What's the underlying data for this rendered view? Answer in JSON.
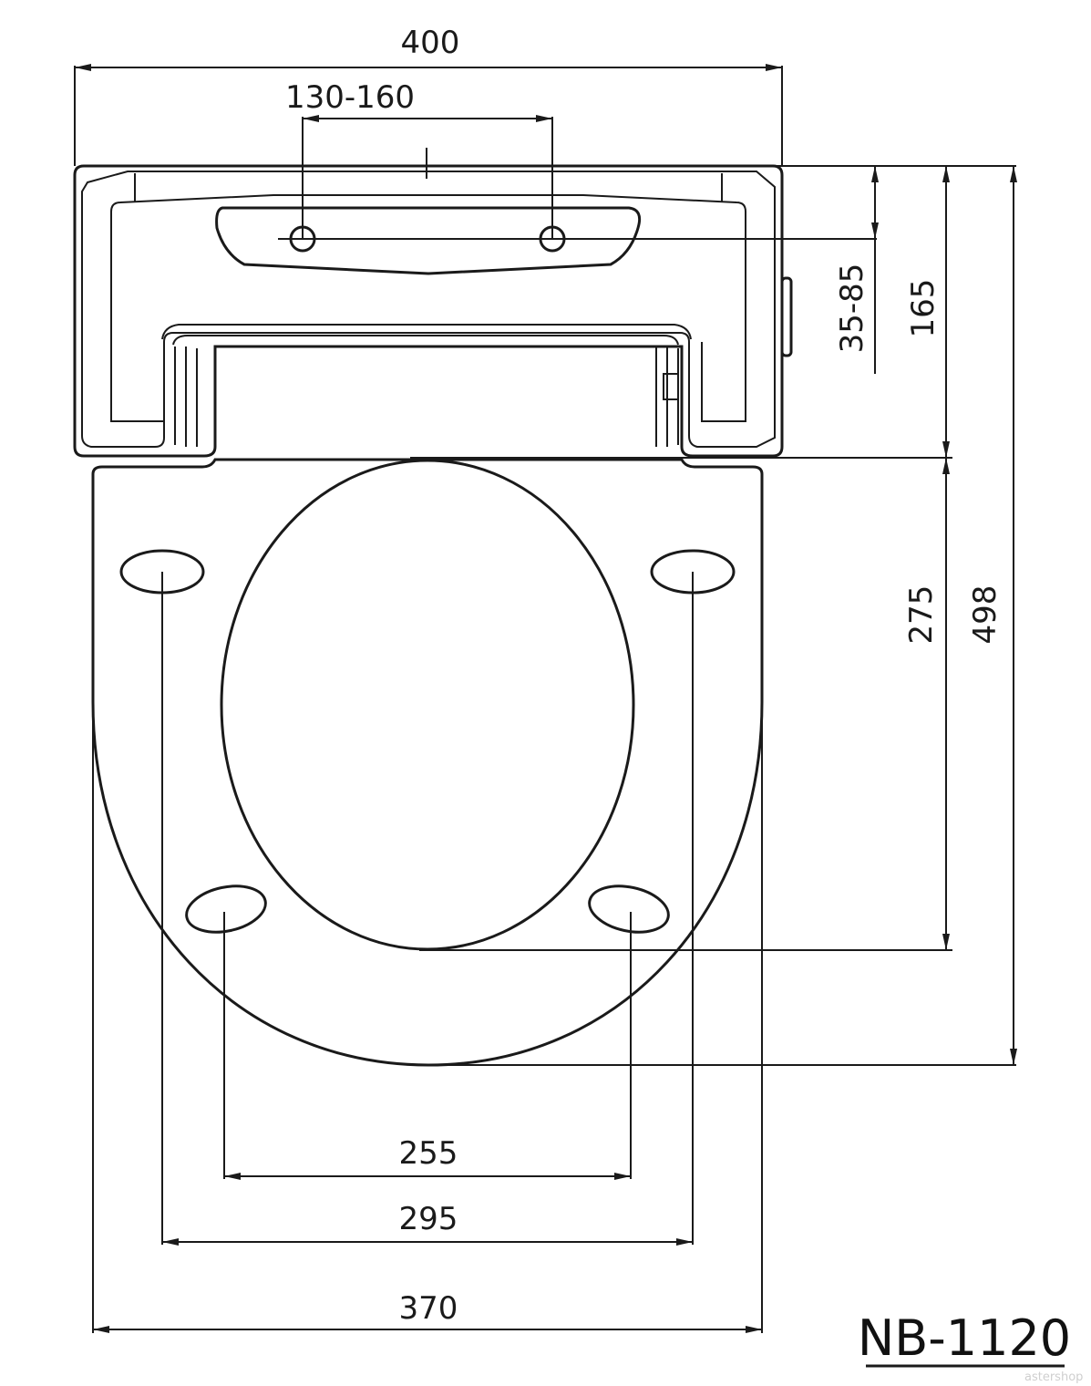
{
  "dimensions": {
    "overall_hinge_width": "400",
    "hole_spacing": "130-160",
    "hole_depth": "35-85",
    "hinge_depth": "165",
    "opening_length": "275",
    "total_length": "498",
    "front_fixing_spacing": "255",
    "rear_fixing_spacing": "295",
    "seat_width": "370"
  },
  "model": "NB-1120",
  "watermark": "astershop",
  "colors": {
    "line": "#1a1a1a",
    "background": "#ffffff"
  }
}
